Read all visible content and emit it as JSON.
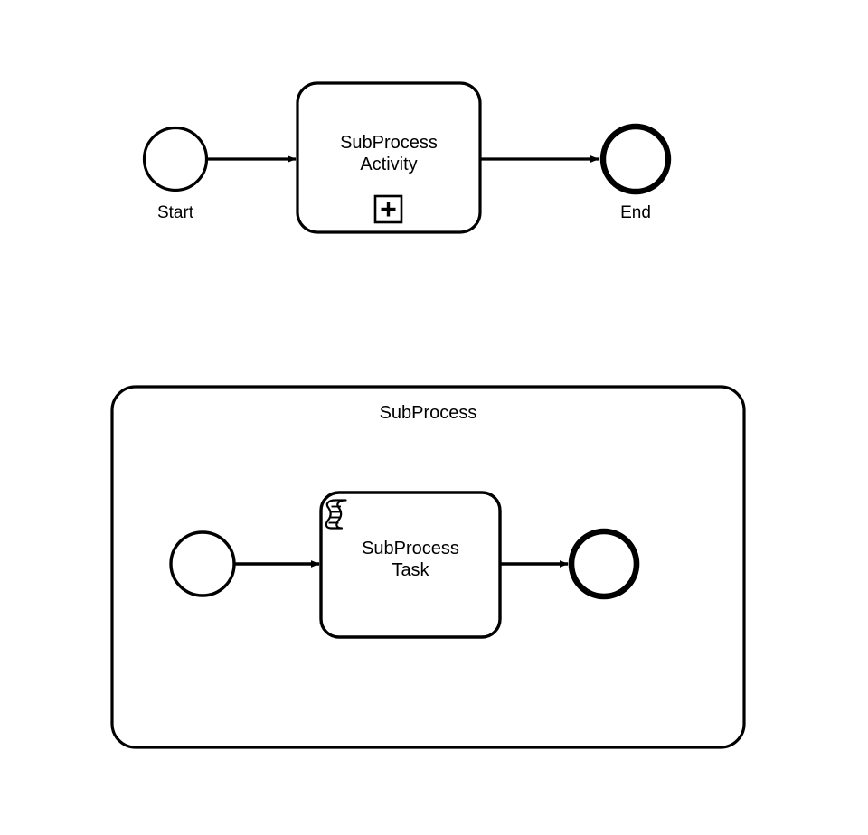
{
  "diagram": {
    "type": "bpmn-process",
    "notation": "BPMN 2.0",
    "background_color": "#ffffff",
    "stroke_color": "#000000",
    "fill_color": "#ffffff"
  },
  "collapsed_view": {
    "start_event": {
      "label": "Start",
      "shape": "circle",
      "border": "thin"
    },
    "activity": {
      "label_line1": "SubProcess",
      "label_line2": "Activity",
      "shape": "rounded-rectangle",
      "marker": "collapsed-subprocess-plus"
    },
    "end_event": {
      "label": "End",
      "shape": "circle",
      "border": "thick"
    },
    "flow_1": {
      "from": "start_event",
      "to": "activity"
    },
    "flow_2": {
      "from": "activity",
      "to": "end_event"
    }
  },
  "expanded_view": {
    "container": {
      "title": "SubProcess",
      "shape": "rounded-rectangle"
    },
    "start_event": {
      "label": "",
      "shape": "circle",
      "border": "thin"
    },
    "task": {
      "label_line1": "SubProcess",
      "label_line2": "Task",
      "shape": "rounded-rectangle",
      "marker": "script-task"
    },
    "end_event": {
      "label": "",
      "shape": "circle",
      "border": "thick"
    },
    "flow_1": {
      "from": "start_event",
      "to": "task"
    },
    "flow_2": {
      "from": "task",
      "to": "end_event"
    }
  }
}
